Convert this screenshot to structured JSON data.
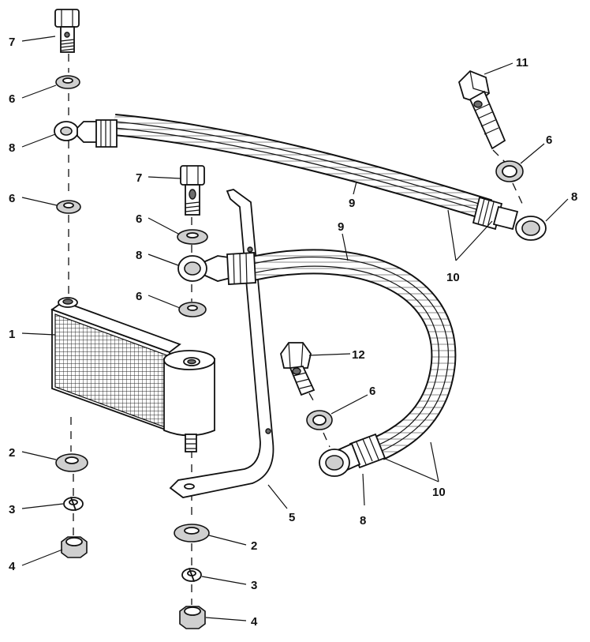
{
  "labels": {
    "l7a": "7",
    "l6a": "6",
    "l8a": "8",
    "l6b": "6",
    "l1": "1",
    "l2a": "2",
    "l3a": "3",
    "l4a": "4",
    "l7b": "7",
    "l6c": "6",
    "l8b": "8",
    "l6d": "6",
    "l9a": "9",
    "l9b": "9",
    "l11": "11",
    "l6e": "6",
    "l8c": "8",
    "l10a": "10",
    "l12": "12",
    "l6f": "6",
    "l10b": "10",
    "l8d": "8",
    "l5": "5",
    "l2b": "2",
    "l3b": "3",
    "l4b": "4"
  }
}
